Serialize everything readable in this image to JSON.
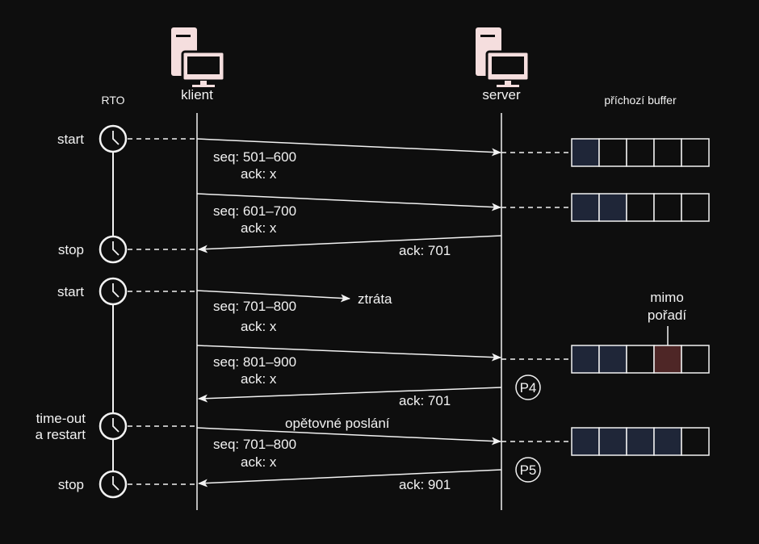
{
  "colors": {
    "background": "#0e0e0e",
    "line": "#f2f2f2",
    "icon": "#f5dede",
    "filled": "#1f2638",
    "out_of_order": "#4e2626"
  },
  "participants": {
    "rto": "RTO",
    "client": "klient",
    "server": "server",
    "buffer": "příchozí buffer"
  },
  "timer_events": [
    {
      "label": "start"
    },
    {
      "label": "stop"
    },
    {
      "label": "start"
    },
    {
      "label_line1": "time-out",
      "label_line2": "a restart"
    },
    {
      "label": "stop"
    }
  ],
  "messages": [
    {
      "seq": "seq: 501–600",
      "ack": "ack: x"
    },
    {
      "seq": "seq: 601–700",
      "ack": "ack: x"
    },
    {
      "ack": "ack: 701"
    },
    {
      "seq": "seq: 701–800",
      "ack": "ack: x",
      "note": "ztráta"
    },
    {
      "seq": "seq: 801–900",
      "ack": "ack: x"
    },
    {
      "ack": "ack: 701",
      "marker": "P4"
    },
    {
      "seq": "seq: 701–800",
      "ack": "ack: x",
      "note": "opětovné poslání"
    },
    {
      "ack": "ack: 901",
      "marker": "P5"
    }
  ],
  "buffers": [
    {
      "cells": [
        "filled",
        "empty",
        "empty",
        "empty",
        "empty"
      ]
    },
    {
      "cells": [
        "filled",
        "filled",
        "empty",
        "empty",
        "empty"
      ]
    },
    {
      "cells": [
        "filled",
        "filled",
        "empty",
        "out_of_order",
        "empty"
      ],
      "annotation_line1": "mimo",
      "annotation_line2": "pořadí"
    },
    {
      "cells": [
        "filled",
        "filled",
        "filled",
        "filled",
        "empty"
      ]
    }
  ]
}
